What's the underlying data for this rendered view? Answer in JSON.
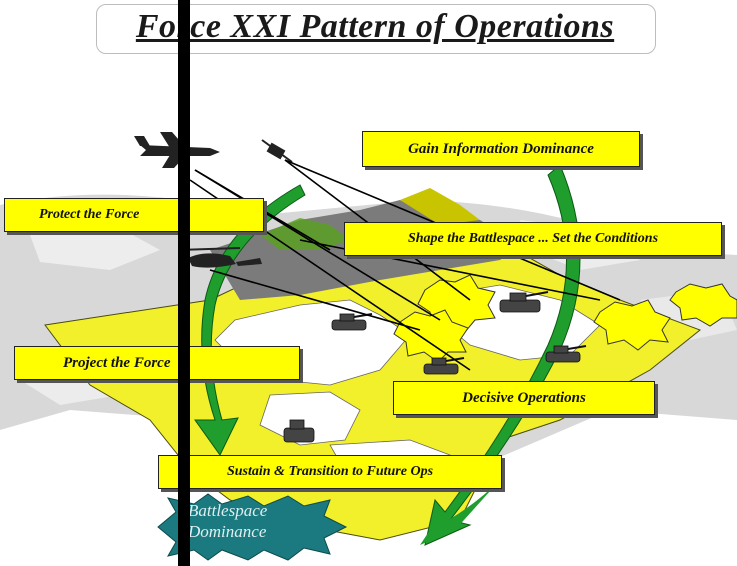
{
  "title": "Force XXI Pattern of Operations",
  "labels": {
    "gain_info": "Gain Information Dominance",
    "protect": "Protect the Force",
    "shape": "Shape the Battlespace ... Set the Conditions",
    "project": "Project the Force",
    "decisive": "Decisive Operations",
    "sustain": "Sustain & Transition to Future Ops"
  },
  "center_badge": {
    "line1": "Battlespace",
    "line2": "Dominance"
  },
  "colors": {
    "label_fill": "#ffff00",
    "terrain_yellow": "#f2ef2b",
    "arrow_green": "#1f9e2d",
    "badge_teal": "#1a7a7f",
    "ground_gray": "#d2d2d2",
    "pole": "#000000"
  },
  "icons": [
    "aircraft-icon",
    "satellite-icon",
    "helicopter-icon",
    "tank-icon",
    "explosion-icon"
  ]
}
